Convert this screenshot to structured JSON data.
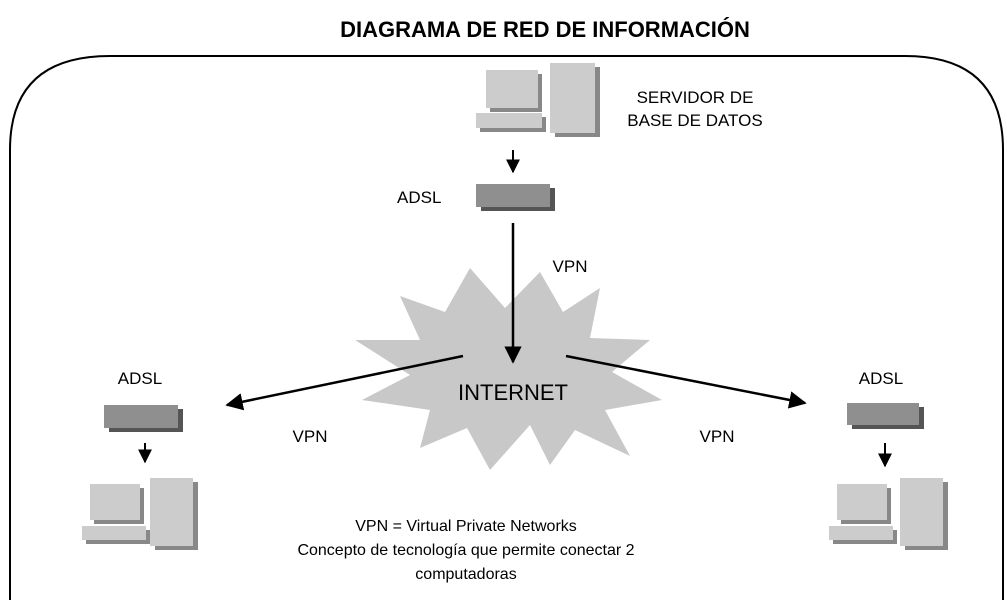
{
  "title": "DIAGRAMA DE RED DE INFORMACIÓN",
  "server": {
    "label_line1": "SERVIDOR DE",
    "label_line2": "BASE DE DATOS",
    "icon": "computer-icon"
  },
  "modems": {
    "top": "ADSL",
    "left": "ADSL",
    "right": "ADSL",
    "icon": "adsl-modem-icon"
  },
  "links": {
    "top": "VPN",
    "left": "VPN",
    "right": "VPN"
  },
  "cloud": {
    "label": "INTERNET",
    "icon": "internet-cloud-icon"
  },
  "note": {
    "line1": "VPN = Virtual Private Networks",
    "line2": "Concepto de tecnología que permite conectar 2",
    "line3": "computadoras"
  },
  "colors": {
    "device_light": "#cccccc",
    "device_shadow": "#888888",
    "modem": "#8f8f8f",
    "modem_shadow": "#555555",
    "cloud": "#c8c8c8",
    "line": "#000000"
  }
}
